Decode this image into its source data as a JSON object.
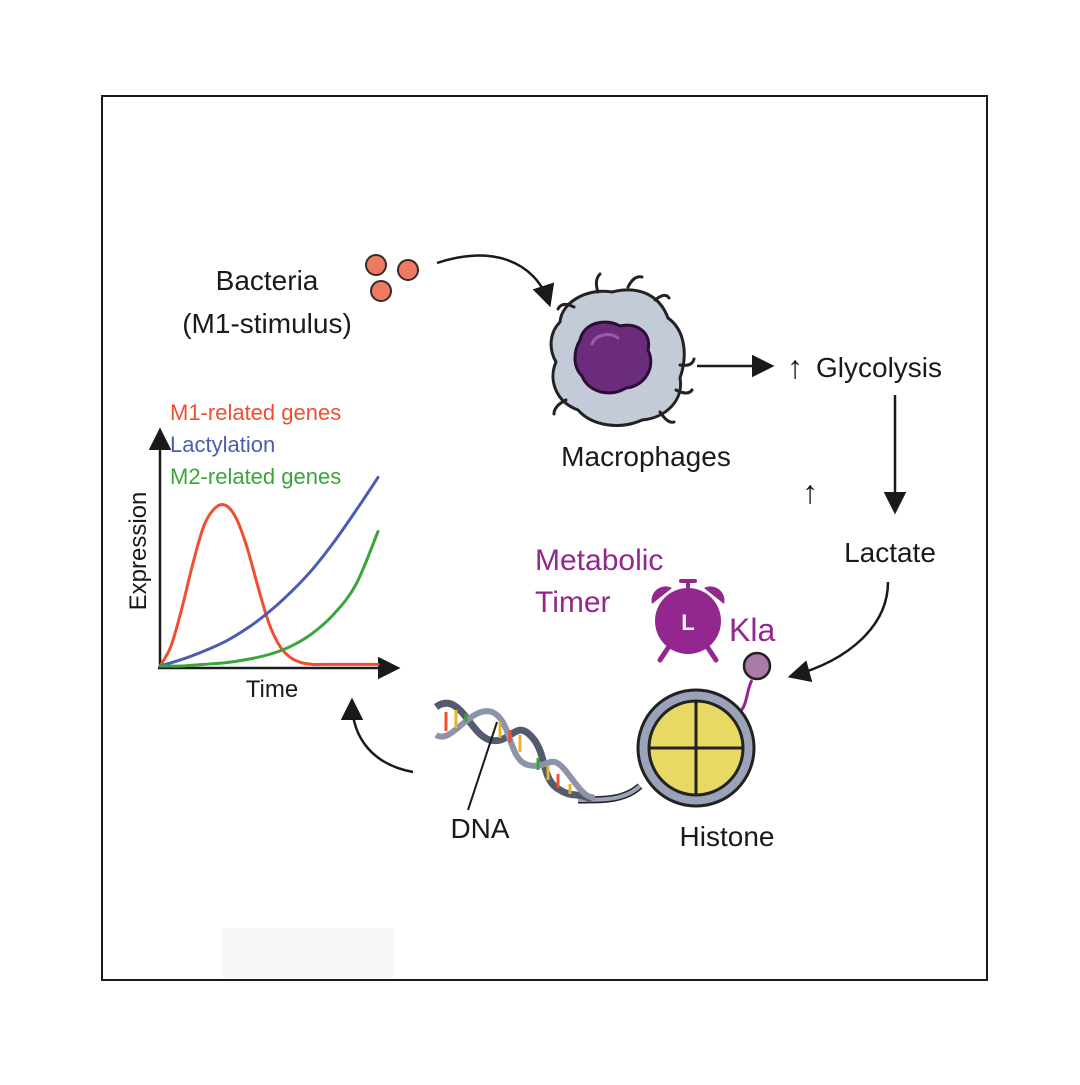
{
  "labels": {
    "bacteria_line1": "Bacteria",
    "bacteria_line2": "(M1-stimulus)",
    "macrophages": "Macrophages",
    "glycolysis_arrow": "↑",
    "glycolysis": "Glycolysis",
    "lactate": "Lactate",
    "up_arrow": "↑",
    "metabolic_line1": "Metabolic",
    "metabolic_line2": "Timer",
    "clock_letter": "L",
    "kla": "Kla",
    "histone": "Histone",
    "dna": "DNA"
  },
  "colors": {
    "m1": "#f04e30",
    "lactylation": "#4a5db0",
    "m2": "#3aa63a",
    "purple": "#93278f",
    "histone_fill": "#e8d864",
    "cell_fill": "#c3cad8",
    "nucleus": "#6b2d7b"
  },
  "chart_data": {
    "type": "line",
    "xlabel": "Time",
    "ylabel": "Expression",
    "series": [
      {
        "name": "M1-related genes",
        "color": "#f04e30",
        "x": [
          0,
          0.05,
          0.1,
          0.15,
          0.2,
          0.25,
          0.3,
          0.35,
          0.4,
          0.45,
          0.5,
          0.55,
          0.6,
          0.65,
          0.7,
          0.75,
          0.8,
          0.85,
          0.9,
          0.95,
          1.0
        ],
        "y": [
          0,
          0.12,
          0.35,
          0.62,
          0.85,
          0.96,
          0.98,
          0.9,
          0.72,
          0.48,
          0.26,
          0.12,
          0.05,
          0.02,
          0.01,
          0.01,
          0.01,
          0.01,
          0.01,
          0.01,
          0.01
        ]
      },
      {
        "name": "Lactylation",
        "color": "#4a5db0",
        "x": [
          0,
          0.1,
          0.2,
          0.3,
          0.4,
          0.5,
          0.6,
          0.7,
          0.8,
          0.9,
          1.0
        ],
        "y": [
          0,
          0.04,
          0.09,
          0.15,
          0.23,
          0.33,
          0.45,
          0.59,
          0.76,
          0.95,
          1.15
        ]
      },
      {
        "name": "M2-related genes",
        "color": "#3aa63a",
        "x": [
          0,
          0.1,
          0.2,
          0.3,
          0.4,
          0.5,
          0.6,
          0.7,
          0.8,
          0.9,
          1.0
        ],
        "y": [
          0,
          0.0,
          0.01,
          0.02,
          0.04,
          0.07,
          0.12,
          0.2,
          0.32,
          0.5,
          0.82
        ]
      }
    ]
  }
}
